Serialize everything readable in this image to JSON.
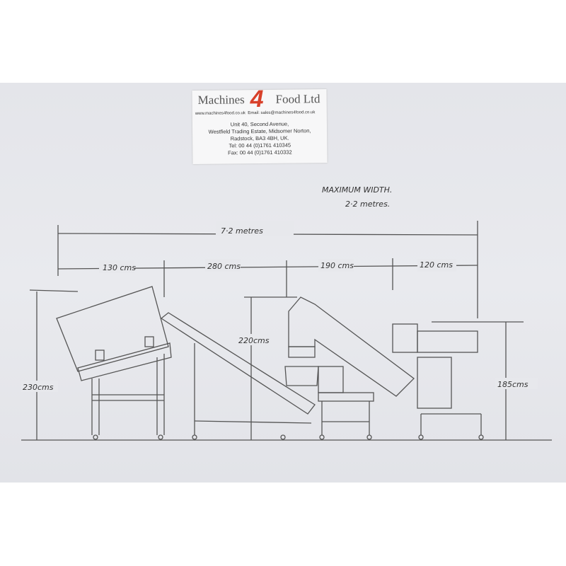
{
  "card": {
    "brand_left": "Machines",
    "brand_number": "4",
    "brand_right": "Food Ltd",
    "website": "www.machines4food.co.uk",
    "email": "Email: sales@machines4food.co.uk",
    "address_lines": [
      "Unit 40, Second Avenue,",
      "Westfield Trading Estate, Midsomer Norton,",
      "Radstock, BA3 4BH, UK."
    ],
    "tel": "Tel: 00 44 (0)1761 410345",
    "fax": "Fax: 00 44 (0)1761 410332"
  },
  "notes": {
    "max_width_label": "MAXIMUM WIDTH.",
    "max_width_value": "2·2 metres."
  },
  "dimensions": {
    "total_length": "7·2 metres",
    "segments": [
      "130 cms",
      "280 cms",
      "190 cms",
      "120 cms"
    ],
    "heights": {
      "hopper": "230cms",
      "elevator": "220cms",
      "outfeed": "185cms"
    }
  }
}
